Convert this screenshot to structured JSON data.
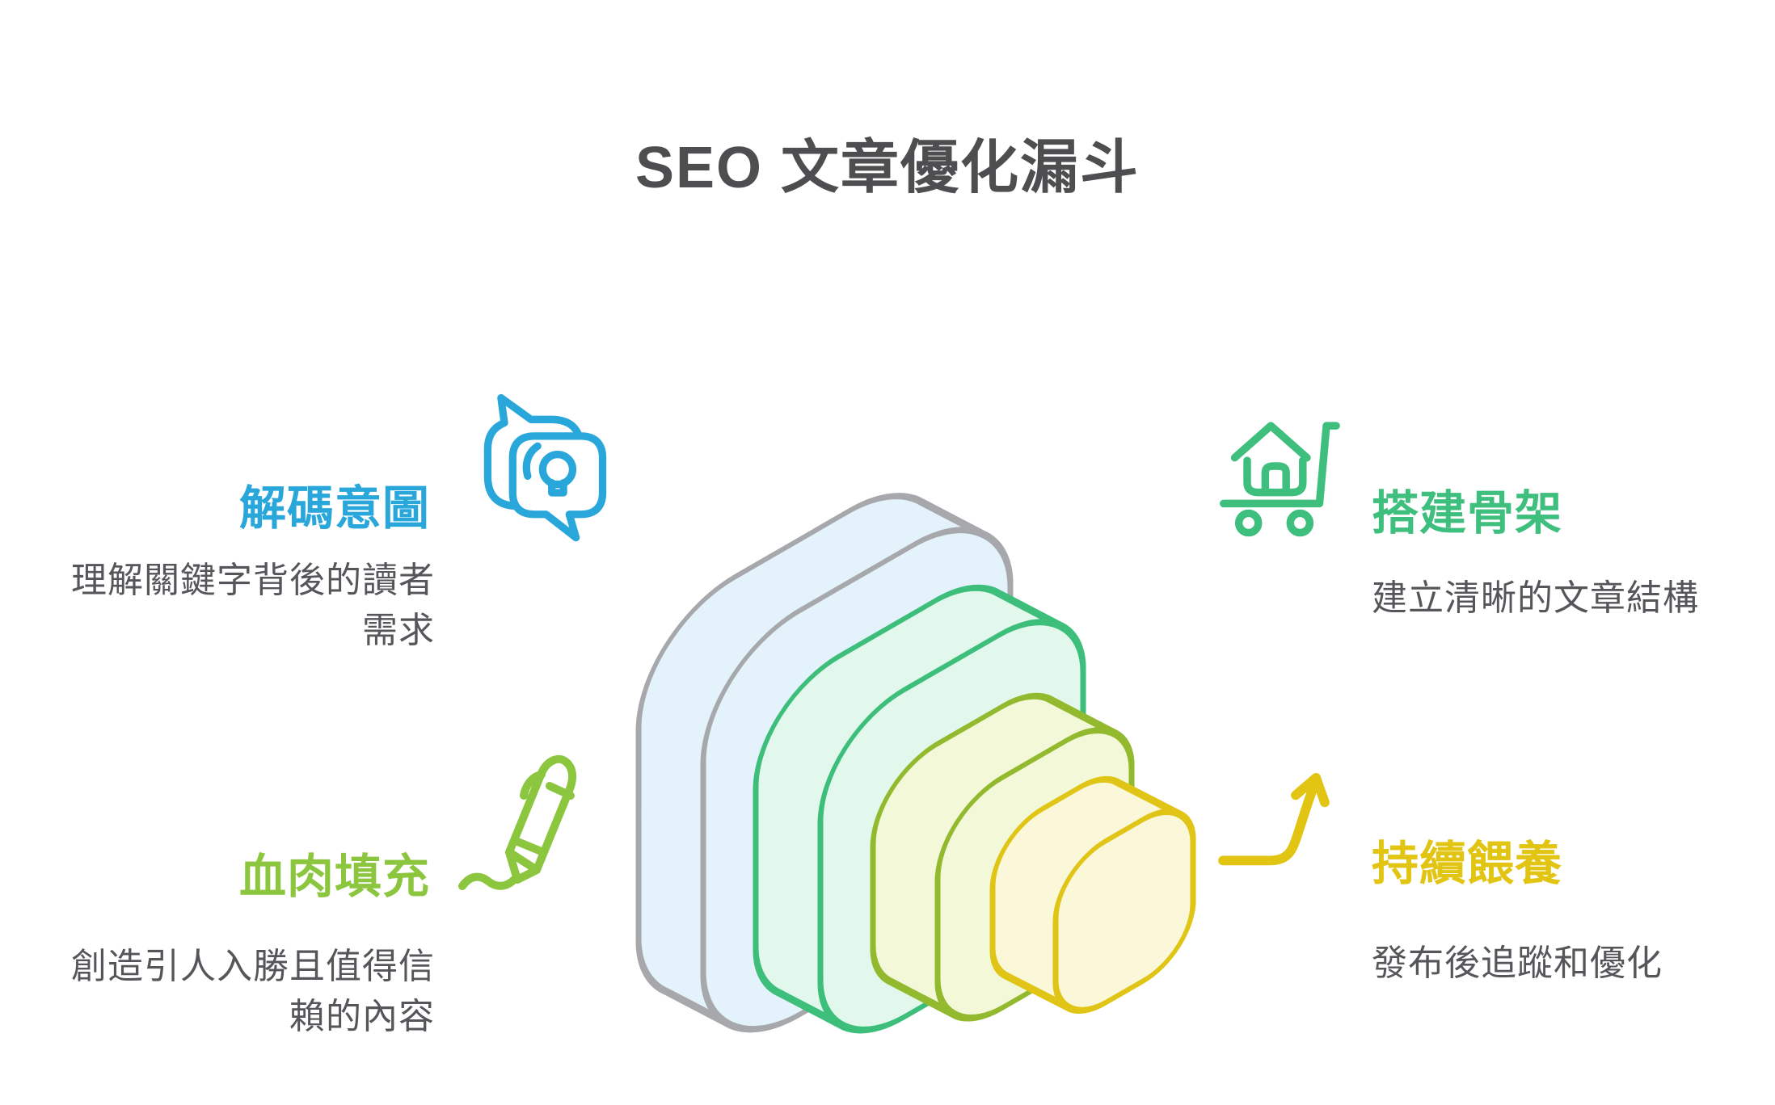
{
  "page": {
    "title": "SEO 文章優化漏斗",
    "title_color": "#4E4E50",
    "background": "#ffffff",
    "body_text_color": "#55565A"
  },
  "features": {
    "decode_intent": {
      "heading": "解碼意圖",
      "description": "理解關鍵字背後的讀者需求",
      "color": "#29A7DB",
      "icon": "chat-lightbulb-icon"
    },
    "build_skeleton": {
      "heading": "搭建骨架",
      "description": "建立清晰的文章結構",
      "color": "#3EBF7E",
      "icon": "house-cart-icon"
    },
    "flesh_fill": {
      "heading": "血肉填充",
      "description": "創造引人入勝且值得信賴的內容",
      "color": "#8CC63F",
      "icon": "pen-squiggle-icon"
    },
    "continuous_feed": {
      "heading": "持續餵養",
      "description": "發布後追蹤和優化",
      "color": "#E2C413",
      "icon": "trend-arrow-icon"
    }
  },
  "funnel": {
    "layers": [
      {
        "name": "layer-1-largest",
        "fill": "#E3F2FB",
        "stroke": "#A6A8AB"
      },
      {
        "name": "layer-2",
        "fill": "#E2F8EC",
        "stroke": "#3DBE7B"
      },
      {
        "name": "layer-3",
        "fill": "#F3F8D8",
        "stroke": "#93BA2F"
      },
      {
        "name": "layer-4-smallest",
        "fill": "#FBF7D9",
        "stroke": "#E0C516"
      }
    ]
  }
}
